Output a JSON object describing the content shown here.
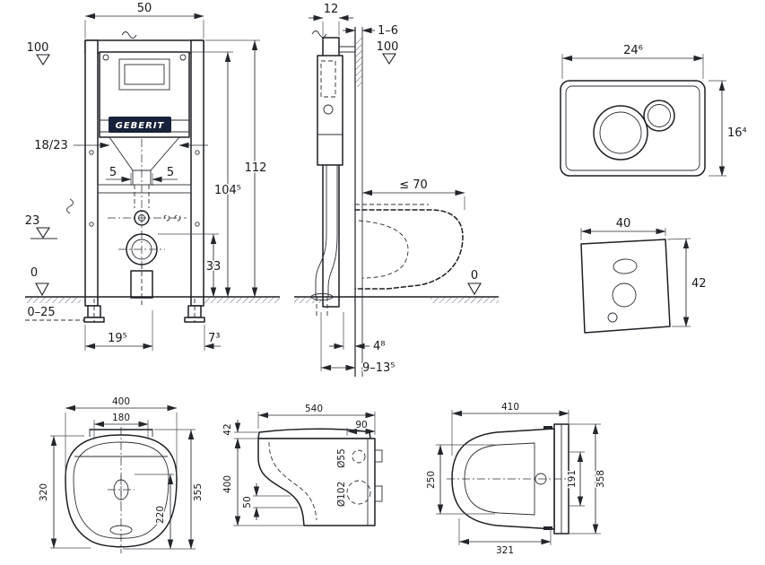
{
  "drawing": {
    "brand": "GEBERIT",
    "brand_bar_color": "#182238",
    "frame_front": {
      "width_top": "50",
      "meter_mark": "100",
      "bend_label": "18/23",
      "offset_left": "5",
      "offset_right": "5",
      "height_total": "112",
      "height_inner": "104⁵",
      "conn_height": "23",
      "outlet_height": "33",
      "floor_zero": "0",
      "floor_range": "0–25",
      "bottom_left": "19⁵",
      "bottom_right": "7³"
    },
    "frame_side": {
      "profile_depth": "12",
      "finish_range": "1–6",
      "meter_mark": "100",
      "wc_depth": "≤ 70",
      "floor_zero": "0",
      "outlet_offset": "4⁸",
      "outlet_range": "9–13⁵"
    },
    "flush_plate": {
      "width": "24⁶",
      "height": "16⁴"
    },
    "sound_pad": {
      "width": "40",
      "height": "42"
    },
    "wc_top": {
      "width": "400",
      "seat_width": "180",
      "depth_left": "320",
      "depth_right": "355",
      "inner_depth": "220"
    },
    "wc_side": {
      "depth": "540",
      "box_depth": "90",
      "seat_thickness": "42",
      "body_height": "400",
      "lip": "50",
      "inlet_dia": "Ø55",
      "outlet_dia": "Ø102"
    },
    "wc_plan": {
      "width": "410",
      "opening_depth": "250",
      "bolt_spacing": "191",
      "depth": "358",
      "body_width": "321"
    }
  }
}
